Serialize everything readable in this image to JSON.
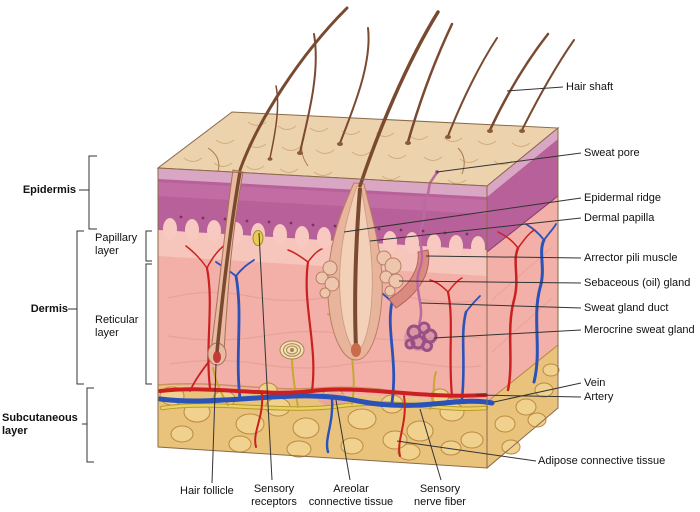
{
  "labels": {
    "epidermis": "Epidermis",
    "papillary_layer": "Papillary layer",
    "dermis": "Dermis",
    "reticular_layer": "Reticular layer",
    "subcutaneous_layer": "Subcutaneous layer",
    "hair_shaft": "Hair shaft",
    "sweat_pore": "Sweat pore",
    "epidermal_ridge": "Epidermal ridge",
    "dermal_papilla": "Dermal papilla",
    "arrector_pili_muscle": "Arrector pili muscle",
    "sebaceous_gland": "Sebaceous (oil) gland",
    "sweat_gland_duct": "Sweat gland duct",
    "merocrine_sweat_gland": "Merocrine sweat gland",
    "vein": "Vein",
    "artery": "Artery",
    "adipose_connective_tissue": "Adipose connective tissue",
    "hair_follicle": "Hair follicle",
    "sensory_receptors": "Sensory receptors",
    "areolar_connective_tissue": "Areolar connective tissue",
    "sensory_nerve_fiber": "Sensory nerve fiber"
  },
  "colors": {
    "epidermis": "#b8609a",
    "epidermis_surface_band": "#d9a6c4",
    "dermis": "#f2b0a8",
    "papillary_dermis": "#f7c9c0",
    "subcutaneous_fat": "#e9c37c",
    "fat_lobule": "#f0d18d",
    "skin_surface": "#ecd3ad",
    "artery": "#cc2020",
    "vein": "#2a52b8",
    "nerve": "#ead264",
    "hair": "#7a4a30",
    "sweat_gland": "#9a4f86",
    "leader_line": "#333333"
  }
}
